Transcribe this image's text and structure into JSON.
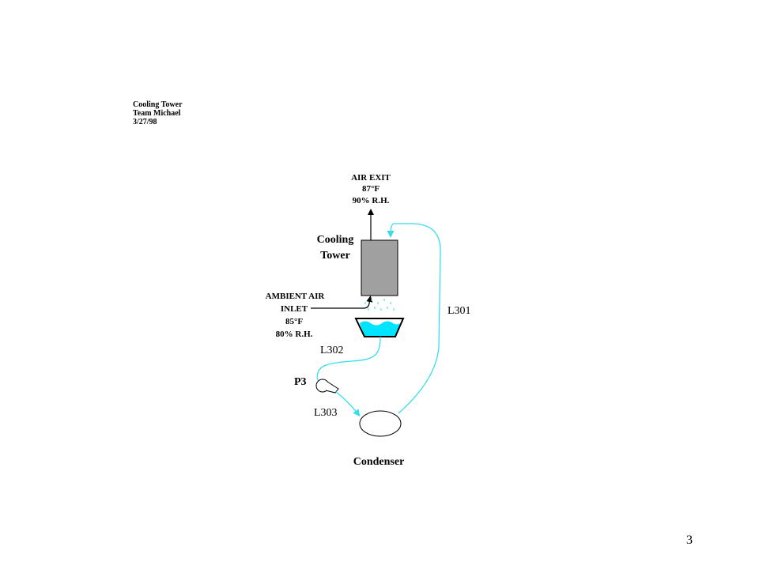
{
  "header": {
    "line1": "Cooling Tower",
    "line2": "Team Michael",
    "line3": "3/27/98"
  },
  "diagram": {
    "air_exit": {
      "title": "AIR EXIT",
      "temp": "87°F",
      "rh": "90% R.H."
    },
    "tower": {
      "label_line1": "Cooling",
      "label_line2": "Tower"
    },
    "ambient_air": {
      "line1": "AMBIENT AIR",
      "line2": "INLET",
      "temp": "85°F",
      "rh": "80% R.H."
    },
    "lines": {
      "l301": "L301",
      "l302": "L302",
      "l303": "L303"
    },
    "pump": {
      "label": "P3"
    },
    "condenser": {
      "label": "Condenser"
    }
  },
  "page_number": "3",
  "colors": {
    "water": "#00e5ff",
    "tower_fill": "#a0a0a0",
    "stream": "#33ddee"
  }
}
